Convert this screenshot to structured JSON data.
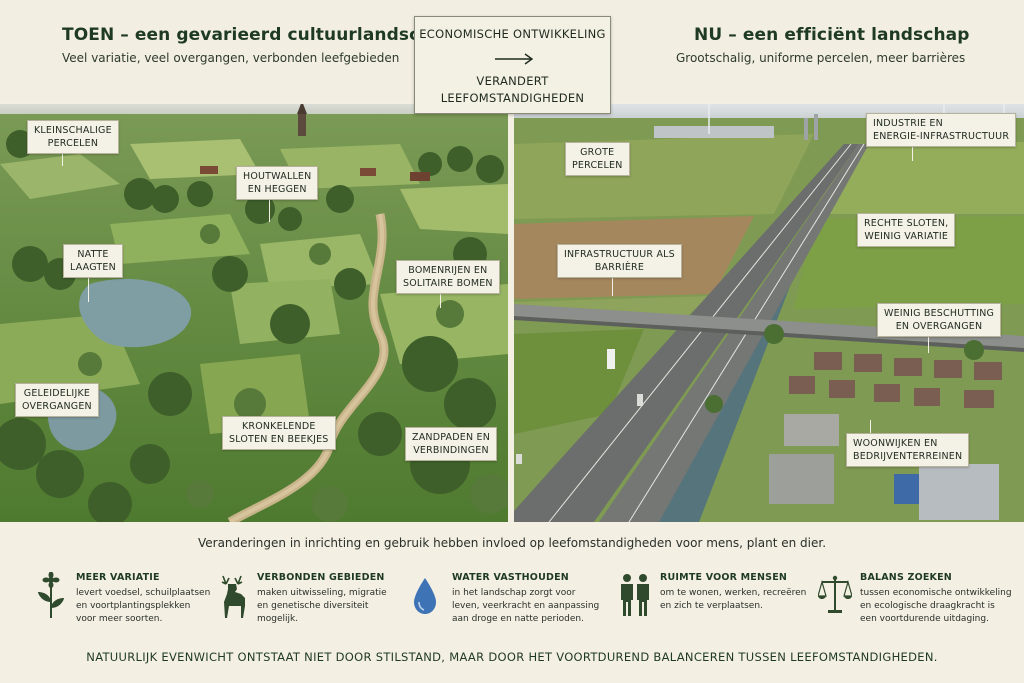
{
  "header": {
    "left_title": "TOEN – een gevarieerd cultuurlandschap",
    "left_subtitle": "Veel variatie, veel overgangen, verbonden leefgebieden",
    "right_title": "NU – een efficiënt landschap",
    "right_subtitle": "Grootschalig, uniforme percelen, meer barrières",
    "center_top": "ECONOMISCHE ONTWIKKELING",
    "center_bottom": "VERANDERT\nLEEFOMSTANDIGHEDEN"
  },
  "left_labels": [
    {
      "text": "KLEINSCHALIGE\nPERCELEN"
    },
    {
      "text": "HOUTWALLEN\nEN HEGGEN"
    },
    {
      "text": "NATTE\nLAAGTEN"
    },
    {
      "text": "BOMENRIJEN EN\nSOLITAIRE BOMEN"
    },
    {
      "text": "GELEIDELIJKE\nOVERGANGEN"
    },
    {
      "text": "KRONKELENDE\nSLOTEN EN BEEKJES"
    },
    {
      "text": "ZANDPADEN EN\nVERBINDINGEN"
    }
  ],
  "right_labels": [
    {
      "text": "GROTE\nPERCELEN"
    },
    {
      "text": "INDUSTRIE EN\nENERGIE-INFRASTRUCTUUR"
    },
    {
      "text": "RECHTE SLOTEN,\nWEINIG VARIATIE"
    },
    {
      "text": "INFRASTRUCTUUR ALS\nBARRIÈRE"
    },
    {
      "text": "WEINIG BESCHUTTING\nEN OVERGANGEN"
    },
    {
      "text": "WOONWIJKEN EN\nBEDRIJVENTERREINEN"
    }
  ],
  "intro": "Veranderingen in inrichting en gebruik hebben invloed op leefomstandigheden voor mens, plant en dier.",
  "features": [
    {
      "icon": "plant-icon",
      "title": "MEER VARIATIE",
      "desc": "levert voedsel, schuilplaatsen\nen voortplantingsplekken\nvoor meer soorten."
    },
    {
      "icon": "deer-icon",
      "title": "VERBONDEN GEBIEDEN",
      "desc": "maken uitwisseling, migratie\nen genetische diversiteit\nmogelijk."
    },
    {
      "icon": "water-drop-icon",
      "title": "WATER VASTHOUDEN",
      "desc": "in het landschap zorgt voor\nleven, veerkracht en aanpassing\naan droge en natte perioden."
    },
    {
      "icon": "people-icon",
      "title": "RUIMTE VOOR MENSEN",
      "desc": "om te wonen, werken, recreëren\nen zich te verplaatsen."
    },
    {
      "icon": "scale-icon",
      "title": "BALANS ZOEKEN",
      "desc": "tussen economische ontwikkeling\nen ecologische draagkracht is\neen voortdurende uitdaging."
    }
  ],
  "conclusion": "NATUURLIJK EVENWICHT ONTSTAAT NIET DOOR STILSTAND, MAAR DOOR HET VOORTDUREND BALANCEREN TUSSEN LEEFOMSTANDIGHEDEN.",
  "colors": {
    "title_green": "#1f3a22",
    "icon_green": "#2f4a2c",
    "water_blue": "#3e73b5",
    "background": "#f3efe3"
  }
}
